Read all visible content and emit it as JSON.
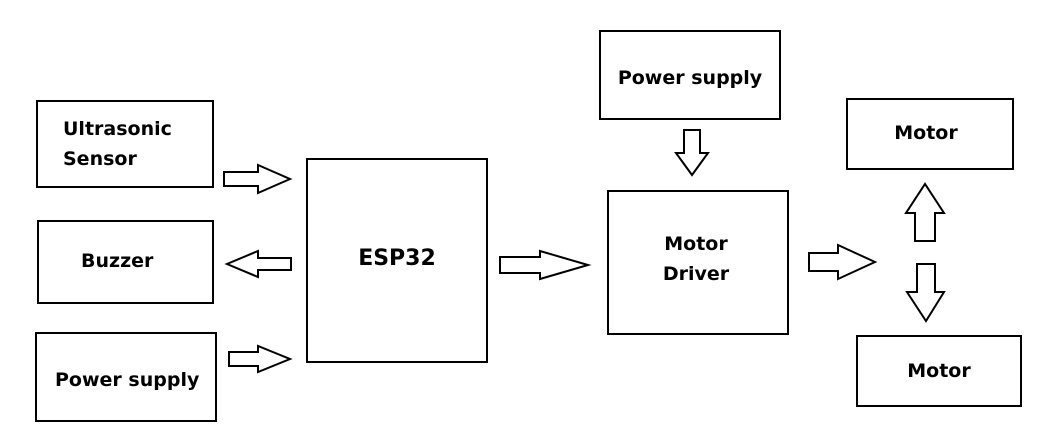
{
  "blocks": {
    "ultrasonic": {
      "line1": "Ultrasonic",
      "line2": "Sensor"
    },
    "buzzer": {
      "label": "Buzzer"
    },
    "power_left": {
      "label": "Power supply"
    },
    "esp32": {
      "label": "ESP32"
    },
    "power_top": {
      "label": "Power supply"
    },
    "driver": {
      "line1": "Motor",
      "line2": "Driver"
    },
    "motor_top": {
      "label": "Motor"
    },
    "motor_bottom": {
      "label": "Motor"
    }
  }
}
